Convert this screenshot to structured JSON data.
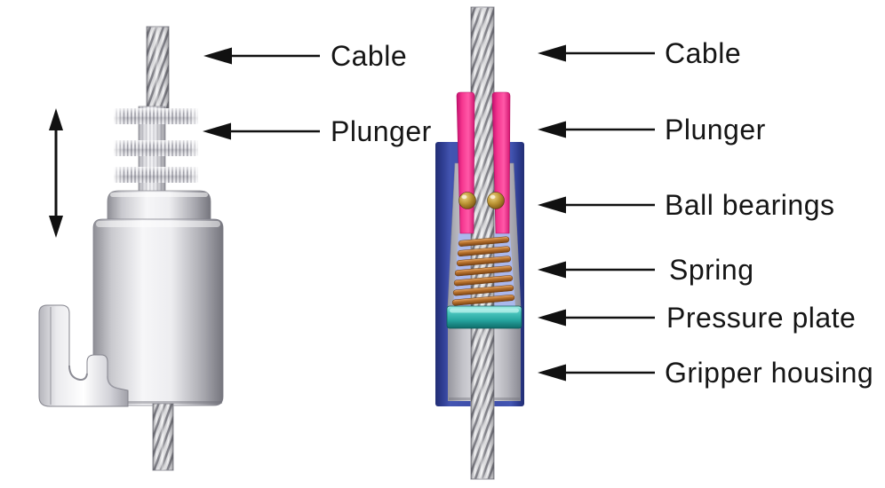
{
  "diagram": {
    "subject": "cable gripper hook mechanism",
    "colors": {
      "housing_blue": "#3b4aa0",
      "plunger_pink": "#f52c8c",
      "ball_gold": "#b08a2e",
      "spring_copper": "#b5702d",
      "spring_cavity_blue": "#aab8ec",
      "pressure_plate_teal": "#2fb2aa",
      "metal_gray": "#c8c8cc",
      "label_text": "#151515"
    },
    "left_figure": {
      "labels": [
        {
          "text": "Cable"
        },
        {
          "text": "Plunger"
        }
      ]
    },
    "right_figure": {
      "labels": [
        {
          "text": "Cable"
        },
        {
          "text": "Plunger"
        },
        {
          "text": "Ball bearings"
        },
        {
          "text": "Spring"
        },
        {
          "text": "Pressure plate"
        },
        {
          "text": "Gripper housing"
        }
      ]
    }
  }
}
